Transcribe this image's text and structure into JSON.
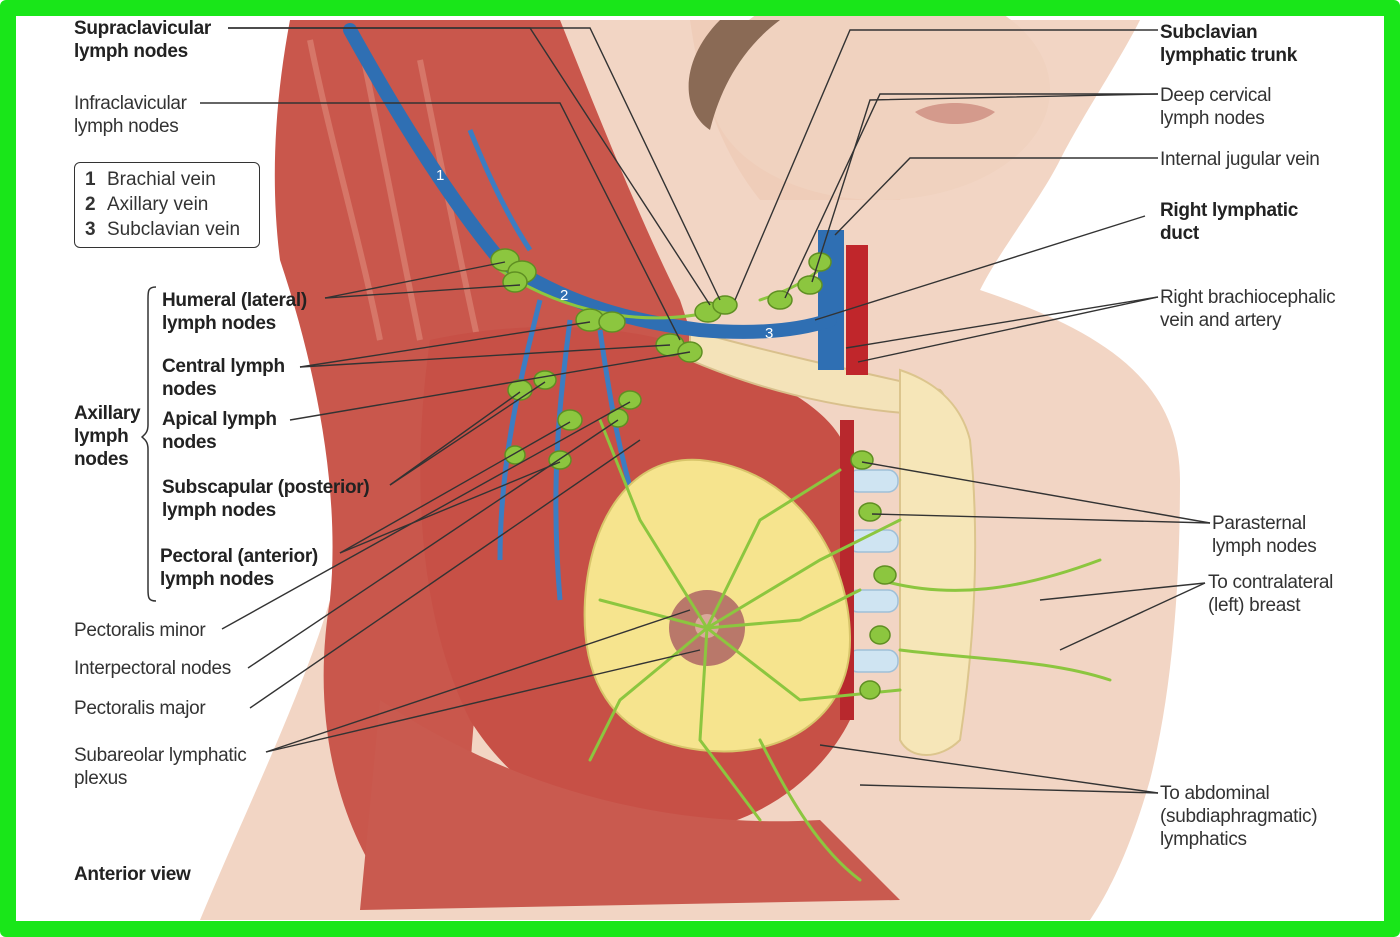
{
  "colors": {
    "frame": "#19e619",
    "muscle": "#c9574c",
    "skin": "#f3d6c6",
    "vein": "#2f6fb3",
    "artery": "#c0262b",
    "lymph": "#8cc63f",
    "breast_fat": "#f6e48e"
  },
  "legend": {
    "items": [
      {
        "num": "1",
        "label": "Brachial vein"
      },
      {
        "num": "2",
        "label": "Axillary vein"
      },
      {
        "num": "3",
        "label": "Subclavian vein"
      }
    ]
  },
  "vein_numbers": [
    "1",
    "2",
    "3"
  ],
  "labels": {
    "supraclavicular": [
      "Supraclavicular",
      "lymph nodes"
    ],
    "infraclavicular": [
      "Infraclavicular",
      "lymph nodes"
    ],
    "humeral": [
      "Humeral (lateral)",
      "lymph nodes"
    ],
    "central": [
      "Central lymph",
      "nodes"
    ],
    "axillary_group": [
      "Axillary",
      "lymph",
      "nodes"
    ],
    "apical": [
      "Apical lymph",
      "nodes"
    ],
    "subscapular": [
      "Subscapular (posterior)",
      "lymph nodes"
    ],
    "pectoral": [
      "Pectoral (anterior)",
      "lymph nodes"
    ],
    "pectoralis_minor": "Pectoralis minor",
    "interpectoral": "Interpectoral nodes",
    "pectoralis_major": "Pectoralis major",
    "subareolar": [
      "Subareolar lymphatic",
      "plexus"
    ],
    "anterior_view": "Anterior view",
    "subclavian_trunk": [
      "Subclavian",
      "lymphatic trunk"
    ],
    "deep_cervical": [
      "Deep cervical",
      "lymph nodes"
    ],
    "internal_jugular": "Internal jugular vein",
    "right_lymphatic_duct": [
      "Right lymphatic",
      "duct"
    ],
    "brachiocephalic": [
      "Right brachiocephalic",
      "vein and artery"
    ],
    "parasternal": [
      "Parasternal",
      "lymph nodes"
    ],
    "contralateral": [
      "To contralateral",
      "(left) breast"
    ],
    "abdominal": [
      "To abdominal",
      "(subdiaphragmatic)",
      "lymphatics"
    ]
  }
}
